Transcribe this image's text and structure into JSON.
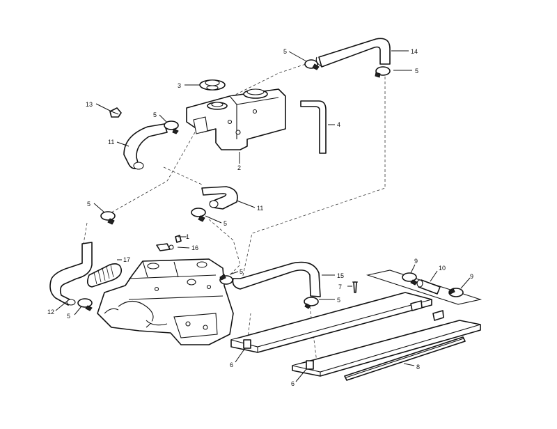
{
  "callouts": {
    "c1": "1",
    "c2": "2",
    "c3": "3",
    "c4": "4",
    "c5a": "5",
    "c5b": "5",
    "c5c": "5",
    "c5d": "5",
    "c5e": "5",
    "c5f": "5",
    "c5g": "5",
    "c5h": "5",
    "c6a": "6",
    "c6b": "6",
    "c7": "7",
    "c8": "8",
    "c9a": "9",
    "c9b": "9",
    "c10": "10",
    "c11a": "11",
    "c11b": "11",
    "c12": "12",
    "c13": "13",
    "c14": "14",
    "c15": "15",
    "c16": "16",
    "c17": "17"
  }
}
